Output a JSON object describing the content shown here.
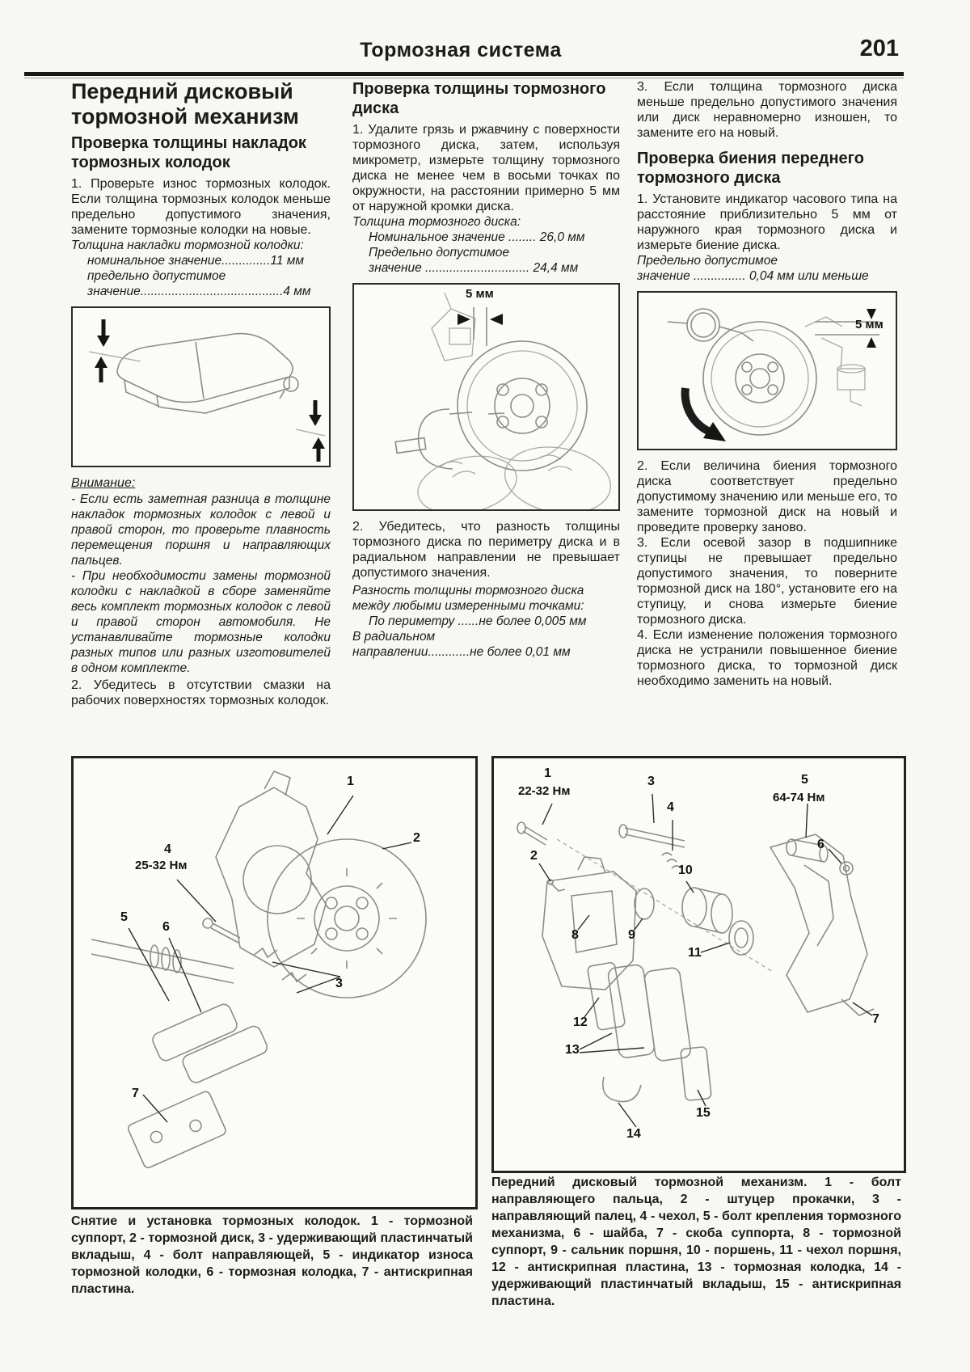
{
  "colors": {
    "paper": "#f7f7f4",
    "ink": "#1b1b1b",
    "line_art": "#8c8c8c"
  },
  "header": {
    "title": "Тормозная система",
    "page_number": "201"
  },
  "col1": {
    "title": "Передний дисковый тормозной механизм",
    "section_heading": "Проверка толщины накладок тормозных колодок",
    "step1": "1. Проверьте износ тормозных колодок. Если толщина тормозных колодок меньше предельно допустимого значения, замените тормозные колодки на новые.",
    "spec_title": "Толщина накладки тормозной колодки:",
    "spec_line1": "номинальное значение..............11 мм",
    "spec_line2": "предельно допустимое",
    "spec_line3": "значение.........................................4 мм",
    "attention_title": "Внимание:",
    "attention_item1": "- Если есть заметная разница в толщине накладок тормозных колодок с левой и правой сторон, то проверьте плавность перемещения поршня и направляющих пальцев.",
    "attention_item2": "- При необходимости замены тормозной колодки с накладкой в сборе заменяйте весь комплект тормозных колодок с левой и правой сторон автомобиля. Не устанавливайте тормозные колодки разных типов или разных изготовителей в одном комплекте.",
    "step2": "2. Убедитесь в отсутствии смазки на рабочих поверхностях тормозных колодок."
  },
  "col2": {
    "section_heading": "Проверка толщины тормозного диска",
    "step1": "1. Удалите грязь и ржавчину с поверхности тормозного диска, затем, используя микрометр, измерьте толщину тормозного диска не менее чем в восьми точках по окружности, на расстоянии примерно 5 мм от наружной кромки диска.",
    "spec_title": "Толщина тормозного диска:",
    "spec_line1": "Номинальное значение ........ 26,0 мм",
    "spec_line2": "Предельно допустимое",
    "spec_line3": "значение .............................. 24,4 мм",
    "figure_label": "5 мм",
    "step2": "2. Убедитесь, что разность толщины тормозного диска по периметру диска и в радиальном направлении не превышает допустимого значения.",
    "spec2_title": "Разность толщины тормозного диска между любыми измеренными точками:",
    "spec2_line1": "По периметру ......не более 0,005 мм",
    "spec2_line2": "В радиальном",
    "spec2_line3": "направлении............не более 0,01 мм"
  },
  "col3": {
    "prev_step3": "3. Если толщина тормозного диска меньше предельно допустимого значения или диск неравномерно изношен, то замените его на новый.",
    "section_heading": "Проверка биения переднего тормозного диска",
    "step1": "1. Установите индикатор часового типа на расстояние приблизительно 5 мм от наружного края тормозного диска и измерьте биение диска.",
    "spec_line1": "Предельно допустимое",
    "spec_line2": "значение ............... 0,04 мм или меньше",
    "figure_label": "5 мм",
    "step2": "2. Если величина биения тормозного диска соответствует предельно допустимому значению или меньше его, то замените тормозной диск на новый и проведите проверку заново.",
    "step3": "3. Если осевой зазор в подшипнике ступицы не превышает предельно допустимого значения, то поверните тормозной диск на 180°, установите его на ступицу, и снова измерьте биение тормозного диска.",
    "step4": "4. Если изменение положения тормозного диска не устранили повышенное биение тормозного диска, то тормозной диск необходимо заменить на новый."
  },
  "figure_pads_removal": {
    "caption": "Снятие и установка тормозных колодок. 1 - тормозной суппорт, 2 - тормозной диск, 3 - удерживающий пластинчатый вкладыш, 4 - болт направляющей, 5 - индикатор износа тормозной колодки, 6 - тормозная колодка, 7 - антискрипная пластина.",
    "labels": {
      "n1": "1",
      "n2": "2",
      "n3": "3",
      "n4": "4",
      "n5": "5",
      "n6": "6",
      "n7": "7",
      "torque4": "25-32 Нм"
    }
  },
  "figure_front_brake": {
    "caption": "Передний дисковый тормозной механизм. 1 - болт направляющего пальца, 2 - штуцер прокачки, 3 - направляющий палец, 4 - чехол, 5 - болт крепления тормозного механизма, 6 - шайба, 7 - скоба суппорта, 8 - тормозной суппорт, 9 - сальник поршня, 10 - поршень, 11 - чехол поршня, 12 - антискрипная пластина, 13 - тормозная колодка, 14 - удерживающий пластинчатый вкладыш, 15 - антискрипная пластина.",
    "labels": {
      "n1": "1",
      "n2": "2",
      "n3": "3",
      "n4": "4",
      "n5": "5",
      "n6": "6",
      "n7": "7",
      "n8": "8",
      "n9": "9",
      "n10": "10",
      "n11": "11",
      "n12": "12",
      "n13": "13",
      "n14": "14",
      "n15": "15",
      "torque1": "22-32 Нм",
      "torque5": "64-74 Нм"
    }
  }
}
